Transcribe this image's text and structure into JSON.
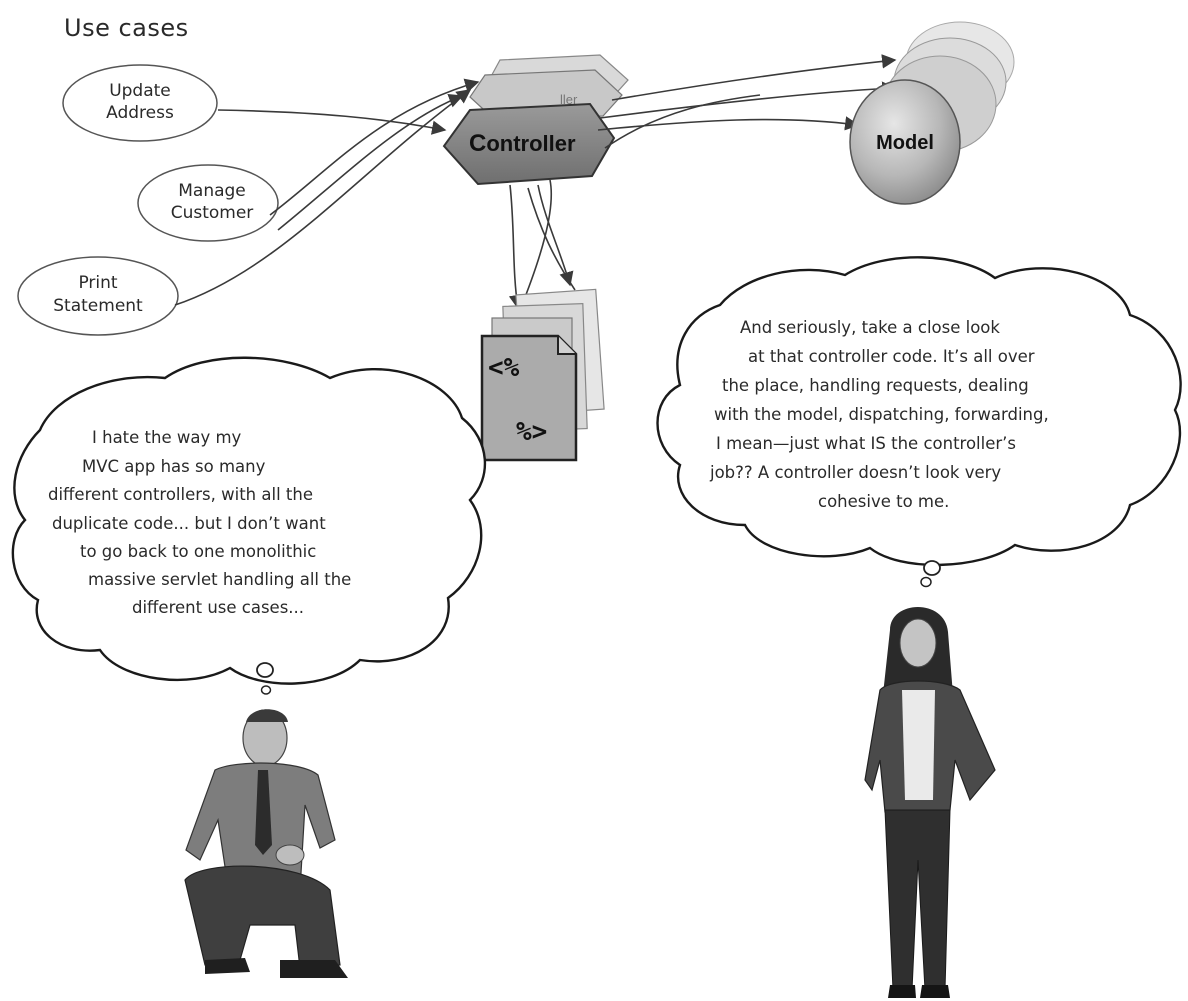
{
  "title": "Use cases",
  "use_cases": [
    {
      "lines": [
        "Update",
        "Address"
      ]
    },
    {
      "lines": [
        "Manage",
        "Customer"
      ]
    },
    {
      "lines": [
        "Print",
        "Statement"
      ]
    }
  ],
  "controller": {
    "first_letter": "C",
    "rest": "ontroller"
  },
  "model": {
    "label": "Model"
  },
  "jsp": {
    "open": "<%",
    "close": "%>"
  },
  "thought_left": {
    "lines": [
      "I hate the way my",
      "MVC app has so many",
      "different controllers, with all the",
      "duplicate code... but I don’t want",
      "to go back to one monolithic",
      "massive servlet handling all the",
      "different use cases..."
    ]
  },
  "thought_right": {
    "lines": [
      "And seriously, take a close look",
      "at that controller code. It’s all over",
      "the place, handling requests, dealing",
      "with the model, dispatching, forwarding,",
      "I  mean—just what IS the controller’s",
      "job?? A controller doesn’t look very",
      "cohesive to me."
    ]
  }
}
